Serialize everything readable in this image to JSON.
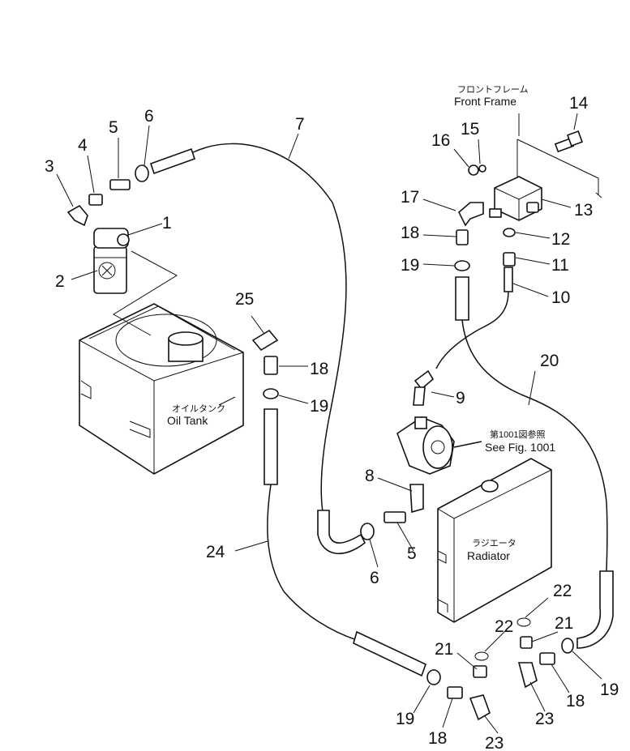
{
  "callouts": [
    "1",
    "2",
    "3",
    "4",
    "5",
    "6",
    "7",
    "8",
    "9",
    "10",
    "11",
    "12",
    "13",
    "14",
    "15",
    "16",
    "17",
    "18",
    "19",
    "20",
    "21",
    "22",
    "23",
    "24",
    "25"
  ],
  "labels": {
    "front_frame_jp": "フロントフレーム",
    "front_frame_en": "Front  Frame",
    "oil_tank_jp": "オイルタンク",
    "oil_tank_en": "Oil  Tank",
    "see_fig_jp": "第1001図参照",
    "see_fig_en": "See  Fig. 1001",
    "radiator_jp": "ラジエータ",
    "radiator_en": "Radiator"
  },
  "colors": {
    "ink": "#111111",
    "paper": "#ffffff"
  }
}
